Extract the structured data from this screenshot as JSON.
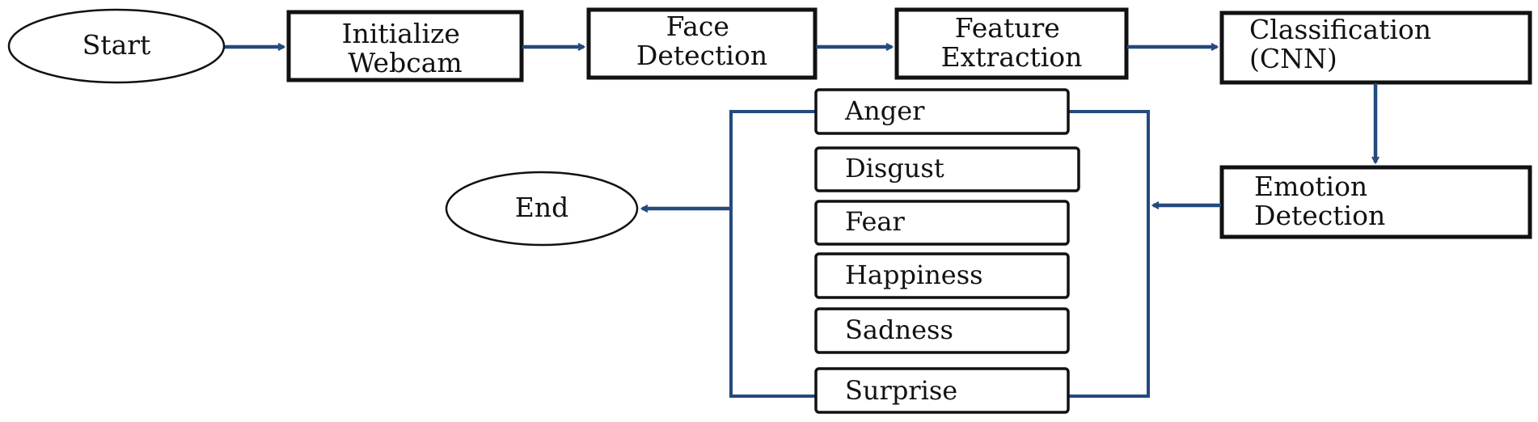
{
  "colors": {
    "arrow": "#244a7e",
    "border": "#111111",
    "text": "#111111",
    "background": "#ffffff"
  },
  "nodes": {
    "start": {
      "label": "Start"
    },
    "webcam": {
      "lines": [
        "Initialize",
        "Webcam"
      ]
    },
    "face": {
      "lines": [
        "Face",
        "Detection"
      ]
    },
    "feature": {
      "lines": [
        "Feature",
        "Extraction"
      ]
    },
    "classify": {
      "lines": [
        "Classification",
        "(CNN)"
      ]
    },
    "emotion": {
      "lines": [
        "Emotion",
        "Detection"
      ]
    },
    "end": {
      "label": "End"
    }
  },
  "emotions": [
    "Anger",
    "Disgust",
    "Fear",
    "Happiness",
    "Sadness",
    "Surprise"
  ]
}
